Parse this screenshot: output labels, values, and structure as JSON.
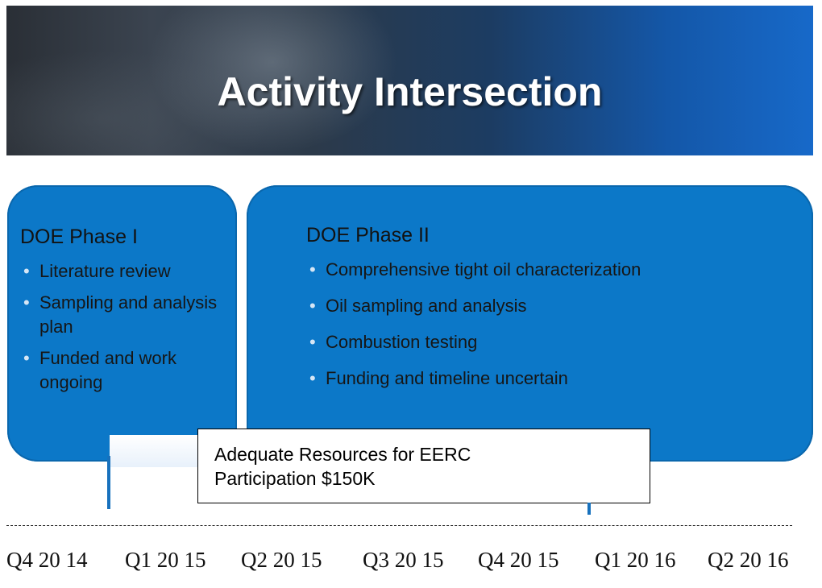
{
  "banner": {
    "title": "Activity Intersection"
  },
  "phase1": {
    "title": "DOE Phase I",
    "bullets": [
      "Literature review",
      "Sampling and analysis plan",
      "Funded and work ongoing"
    ]
  },
  "phase2": {
    "title": "DOE Phase II",
    "bullets": [
      "Comprehensive tight oil characterization",
      "Oil sampling and analysis",
      "Combustion testing",
      "Funding and timeline uncertain"
    ]
  },
  "callout": {
    "line1": "Adequate  Resources for EERC",
    "line2": "Participation $150K"
  },
  "timeline": {
    "labels": [
      "Q4 20 14",
      "Q1  20 15",
      "Q2 20 15",
      "Q3 20 15",
      "Q4 20 15",
      "Q1  20 16",
      "Q2 20 16"
    ]
  },
  "colors": {
    "phase_box": "#0c78c8",
    "tick": "#1771bd",
    "banner_dark": "#2a2f36",
    "banner_blue": "#1769c9"
  }
}
